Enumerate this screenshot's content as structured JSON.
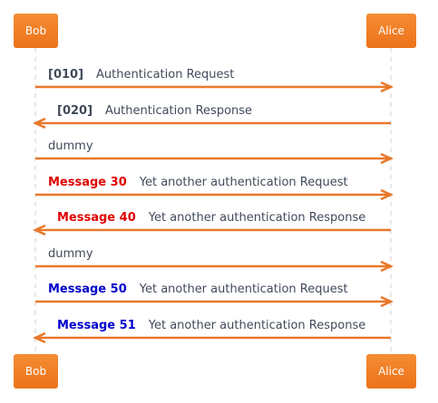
{
  "participants": {
    "left": "Bob",
    "right": "Alice"
  },
  "colors": {
    "participant_fill": "#f07e22",
    "lifeline": "#cfcfcf",
    "arrow": "#e8782a",
    "text": "#414a5a",
    "seq_default": "#414a5a",
    "seq_red": "#e00000",
    "seq_blue": "#0000cc"
  },
  "messages": [
    {
      "dir": "right",
      "num": "[010]",
      "num_color": "seq_default",
      "text": "Authentication Request"
    },
    {
      "dir": "left",
      "num": "[020]",
      "num_color": "seq_default",
      "text": "Authentication Response"
    },
    {
      "dir": "right",
      "num": "",
      "num_color": "seq_default",
      "text": "dummy"
    },
    {
      "dir": "right",
      "num": "Message 30",
      "num_color": "seq_red",
      "text": "Yet another authentication Request"
    },
    {
      "dir": "left",
      "num": "Message 40",
      "num_color": "seq_red",
      "text": "Yet another authentication Response"
    },
    {
      "dir": "right",
      "num": "",
      "num_color": "seq_default",
      "text": "dummy"
    },
    {
      "dir": "right",
      "num": "Message 50",
      "num_color": "seq_blue",
      "text": "Yet another authentication Request"
    },
    {
      "dir": "left",
      "num": "Message 51",
      "num_color": "seq_blue",
      "text": "Yet another authentication Response"
    }
  ]
}
